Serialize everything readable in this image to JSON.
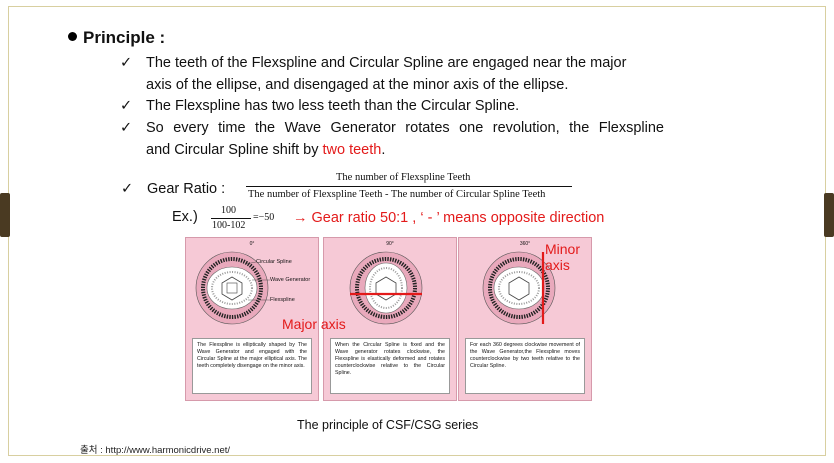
{
  "heading": "Principle :",
  "bullets": [
    {
      "check": "✓",
      "line1": "The teeth of the Flexspline and Circular Spline are engaged near the major",
      "line2": "axis of the ellipse, and disengaged at the minor axis of the ellipse."
    },
    {
      "check": "✓",
      "line1": "The Flexspline has two less teeth than the Circular Spline."
    },
    {
      "check": "✓",
      "line1": "So every time the Wave Generator rotates one revolution, the Flexspline",
      "line2_pre": "and Circular Spline shift by ",
      "line2_red": "two teeth",
      "line2_post": "."
    }
  ],
  "gear_ratio": {
    "check": "✓",
    "label": "Gear Ratio :",
    "numerator": "The number of Flexspline Teeth",
    "denominator": "The number of Flexspline Teeth - The number of Circular Spline Teeth"
  },
  "example": {
    "label": "Ex.)",
    "num": "100",
    "den": "100-102",
    "result": "=−50",
    "note": "→ Gear ratio 50:1 ,  ‘ - ’ means opposite direction"
  },
  "panels": [
    {
      "deg": "0°",
      "labels": [
        "Circular Spline",
        "Wave Generator",
        "Flexspline"
      ],
      "desc": "The Flexspline is elliptically shaped by The Wave Generator and engaged with the Circular Spline at the major elliptical axis. The teeth completely disengage on the minor axis."
    },
    {
      "deg": "90°",
      "annotation": "Major axis",
      "desc": "When the Circular Spline is fixed and the Wave generator rotates clockwise, the Flexspline is elastically deformed and rotates counterclockwise relative to the Circular Spline."
    },
    {
      "deg": "360°",
      "annotation": "Minor axis",
      "desc": "For each 360 degrees clockwise movement of the Wave Generator,the Flexspline moves counterclockwise by two teeth relative to the Circular Spline."
    }
  ],
  "caption": "The principle of CSF/CSG series",
  "source": "출처 : http://www.harmonicdrive.net/",
  "colors": {
    "accent_red": "#e31a1a",
    "panel_pink": "#f6c9d6",
    "frame": "#d8cfa0",
    "tab": "#4a3a22"
  }
}
